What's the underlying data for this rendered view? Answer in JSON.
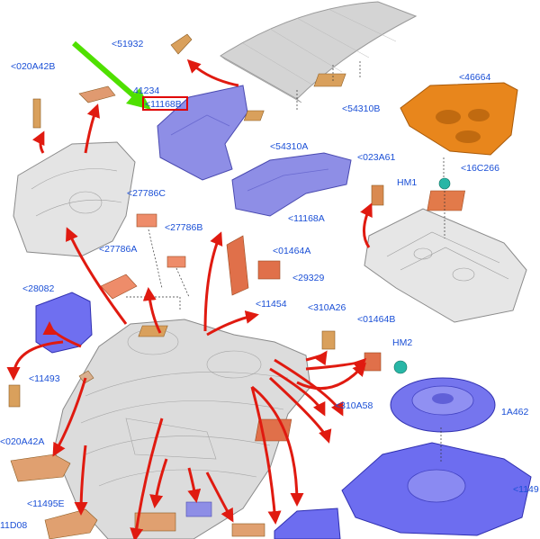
{
  "diagram": {
    "highlight_color": "#e00000",
    "pointer_color": "#4fe000",
    "label_color": "#1a4fd6",
    "arrow_color": "#e01a10",
    "labels": {
      "p51932": "<51932",
      "p54310B": "<54310B",
      "p54310A": "<54310A",
      "p46664": "<46664",
      "p020A42B": "<020A42B",
      "p41234": "41234",
      "p11168B": "<11168B",
      "p023A61": "<023A61",
      "hm1": "HM1",
      "p16C266": "<16C266",
      "p11168A": "<11168A",
      "p27786C": "<27786C",
      "p27786B": "<27786B",
      "p27786A": "<27786A",
      "p01464A": "<01464A",
      "p29329": "<29329",
      "p28082": "<28082",
      "p11454": "<11454",
      "p310A26": "<310A26",
      "p01464B": "<01464B",
      "hm2": "HM2",
      "p11493": "<11493",
      "p310A58": "<310A58",
      "p1A462": "1A462",
      "p020A42A": "<020A42A",
      "p1149": "<1149",
      "p11495E": "<11495E",
      "p11D08": "11D08"
    }
  }
}
